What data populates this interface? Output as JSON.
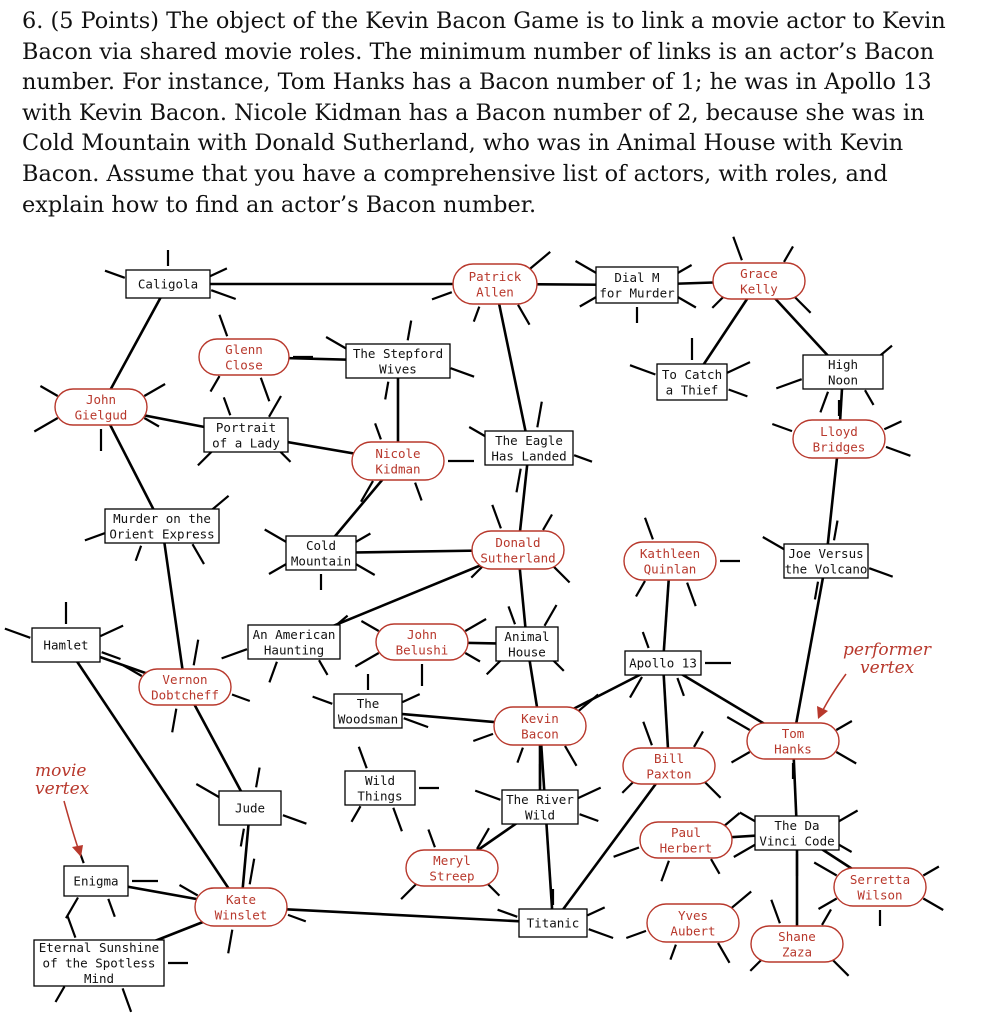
{
  "question": "6. (5 Points) The object of the Kevin Bacon Game is to link a movie actor to Kevin Bacon via shared movie roles. The minimum number of links is an actor’s Bacon number. For instance, Tom Hanks has a Bacon number of 1; he was in Apollo 13 with Kevin Bacon. Nicole Kidman has a Bacon number of 2, because she was in Cold Mountain with Donald Sutherland, who was in Animal House with Kevin Bacon. Assume that you have a comprehensive list of actors, with roles, and explain how to find an actor’s Bacon number.",
  "graph": {
    "colors": {
      "performer": "#b8382c",
      "movie": "#000000",
      "edge": "#000000"
    },
    "nodes": [
      {
        "id": "caligola",
        "type": "movie",
        "label": [
          "Caligola"
        ]
      },
      {
        "id": "patrick_allen",
        "type": "performer",
        "label": [
          "Patrick",
          "Allen"
        ]
      },
      {
        "id": "dial_m",
        "type": "movie",
        "label": [
          "Dial M",
          "for Murder"
        ]
      },
      {
        "id": "grace_kelly",
        "type": "performer",
        "label": [
          "Grace",
          "Kelly"
        ]
      },
      {
        "id": "glenn_close",
        "type": "performer",
        "label": [
          "Glenn",
          "Close"
        ]
      },
      {
        "id": "stepford",
        "type": "movie",
        "label": [
          "The Stepford",
          "Wives"
        ]
      },
      {
        "id": "to_catch",
        "type": "movie",
        "label": [
          "To Catch",
          "a Thief"
        ]
      },
      {
        "id": "high_noon",
        "type": "movie",
        "label": [
          "High",
          "Noon"
        ]
      },
      {
        "id": "john_gielgud",
        "type": "performer",
        "label": [
          "John",
          "Gielgud"
        ]
      },
      {
        "id": "portrait",
        "type": "movie",
        "label": [
          "Portrait",
          "of a Lady"
        ]
      },
      {
        "id": "nicole_kidman",
        "type": "performer",
        "label": [
          "Nicole",
          "Kidman"
        ]
      },
      {
        "id": "eagle",
        "type": "movie",
        "label": [
          "The Eagle",
          "Has Landed"
        ]
      },
      {
        "id": "lloyd_bridges",
        "type": "performer",
        "label": [
          "Lloyd",
          "Bridges"
        ]
      },
      {
        "id": "murder_orient",
        "type": "movie",
        "label": [
          "Murder on the",
          "Orient Express"
        ]
      },
      {
        "id": "cold_mountain",
        "type": "movie",
        "label": [
          "Cold",
          "Mountain"
        ]
      },
      {
        "id": "donald_sutherland",
        "type": "performer",
        "label": [
          "Donald",
          "Sutherland"
        ]
      },
      {
        "id": "kathleen_quinlan",
        "type": "performer",
        "label": [
          "Kathleen",
          "Quinlan"
        ]
      },
      {
        "id": "joe_volcano",
        "type": "movie",
        "label": [
          "Joe Versus",
          "the Volcano"
        ]
      },
      {
        "id": "hamlet",
        "type": "movie",
        "label": [
          "Hamlet"
        ]
      },
      {
        "id": "american_haunting",
        "type": "movie",
        "label": [
          "An American",
          "Haunting"
        ]
      },
      {
        "id": "john_belushi",
        "type": "performer",
        "label": [
          "John",
          "Belushi"
        ]
      },
      {
        "id": "animal_house",
        "type": "movie",
        "label": [
          "Animal",
          "House"
        ]
      },
      {
        "id": "apollo13",
        "type": "movie",
        "label": [
          "Apollo 13"
        ]
      },
      {
        "id": "vernon",
        "type": "performer",
        "label": [
          "Vernon",
          "Dobtcheff"
        ]
      },
      {
        "id": "woodsman",
        "type": "movie",
        "label": [
          "The",
          "Woodsman"
        ]
      },
      {
        "id": "kevin_bacon",
        "type": "performer",
        "label": [
          "Kevin",
          "Bacon"
        ]
      },
      {
        "id": "tom_hanks",
        "type": "performer",
        "label": [
          "Tom",
          "Hanks"
        ]
      },
      {
        "id": "bill_paxton",
        "type": "performer",
        "label": [
          "Bill",
          "Paxton"
        ]
      },
      {
        "id": "wild_things",
        "type": "movie",
        "label": [
          "Wild",
          "Things"
        ]
      },
      {
        "id": "jude",
        "type": "movie",
        "label": [
          "Jude"
        ]
      },
      {
        "id": "river_wild",
        "type": "movie",
        "label": [
          "The River",
          "Wild"
        ]
      },
      {
        "id": "paul_herbert",
        "type": "performer",
        "label": [
          "Paul",
          "Herbert"
        ]
      },
      {
        "id": "da_vinci",
        "type": "movie",
        "label": [
          "The Da",
          "Vinci Code"
        ]
      },
      {
        "id": "meryl_streep",
        "type": "performer",
        "label": [
          "Meryl",
          "Streep"
        ]
      },
      {
        "id": "enigma",
        "type": "movie",
        "label": [
          "Enigma"
        ]
      },
      {
        "id": "kate_winslet",
        "type": "performer",
        "label": [
          "Kate",
          "Winslet"
        ]
      },
      {
        "id": "titanic",
        "type": "movie",
        "label": [
          "Titanic"
        ]
      },
      {
        "id": "yves_aubert",
        "type": "performer",
        "label": [
          "Yves",
          "Aubert"
        ]
      },
      {
        "id": "serretta_wilson",
        "type": "performer",
        "label": [
          "Serretta",
          "Wilson"
        ]
      },
      {
        "id": "shane_zaza",
        "type": "performer",
        "label": [
          "Shane",
          "Zaza"
        ]
      },
      {
        "id": "eternal_sunshine",
        "type": "movie",
        "label": [
          "Eternal Sunshine",
          "of the Spotless",
          "Mind"
        ]
      }
    ],
    "edges": [
      [
        "caligola",
        "patrick_allen"
      ],
      [
        "patrick_allen",
        "dial_m"
      ],
      [
        "dial_m",
        "grace_kelly"
      ],
      [
        "grace_kelly",
        "high_noon"
      ],
      [
        "grace_kelly",
        "to_catch"
      ],
      [
        "high_noon",
        "lloyd_bridges"
      ],
      [
        "caligola",
        "john_gielgud"
      ],
      [
        "john_gielgud",
        "portrait"
      ],
      [
        "john_gielgud",
        "murder_orient"
      ],
      [
        "glenn_close",
        "stepford"
      ],
      [
        "stepford",
        "nicole_kidman"
      ],
      [
        "portrait",
        "nicole_kidman"
      ],
      [
        "nicole_kidman",
        "cold_mountain"
      ],
      [
        "cold_mountain",
        "donald_sutherland"
      ],
      [
        "eagle",
        "donald_sutherland"
      ],
      [
        "donald_sutherland",
        "animal_house"
      ],
      [
        "donald_sutherland",
        "american_haunting"
      ],
      [
        "eagle",
        "patrick_allen"
      ],
      [
        "john_belushi",
        "animal_house"
      ],
      [
        "animal_house",
        "kevin_bacon"
      ],
      [
        "kevin_bacon",
        "apollo13"
      ],
      [
        "kevin_bacon",
        "woodsman"
      ],
      [
        "kevin_bacon",
        "river_wild"
      ],
      [
        "apollo13",
        "kathleen_quinlan"
      ],
      [
        "apollo13",
        "bill_paxton"
      ],
      [
        "apollo13",
        "tom_hanks"
      ],
      [
        "joe_volcano",
        "tom_hanks"
      ],
      [
        "lloyd_bridges",
        "joe_volcano"
      ],
      [
        "tom_hanks",
        "da_vinci"
      ],
      [
        "hamlet",
        "vernon"
      ],
      [
        "hamlet",
        "kate_winslet"
      ],
      [
        "vernon",
        "jude"
      ],
      [
        "jude",
        "kate_winslet"
      ],
      [
        "murder_orient",
        "vernon"
      ],
      [
        "enigma",
        "kate_winslet"
      ],
      [
        "kate_winslet",
        "titanic"
      ],
      [
        "titanic",
        "kevin_bacon"
      ],
      [
        "titanic",
        "bill_paxton"
      ],
      [
        "meryl_streep",
        "river_wild"
      ],
      [
        "da_vinci",
        "paul_herbert"
      ],
      [
        "da_vinci",
        "serretta_wilson"
      ],
      [
        "da_vinci",
        "shane_zaza"
      ],
      [
        "eternal_sunshine",
        "kate_winslet"
      ]
    ],
    "annotations": {
      "performer_label": [
        "performer",
        "vertex"
      ],
      "movie_label": [
        "movie",
        "vertex"
      ]
    }
  }
}
